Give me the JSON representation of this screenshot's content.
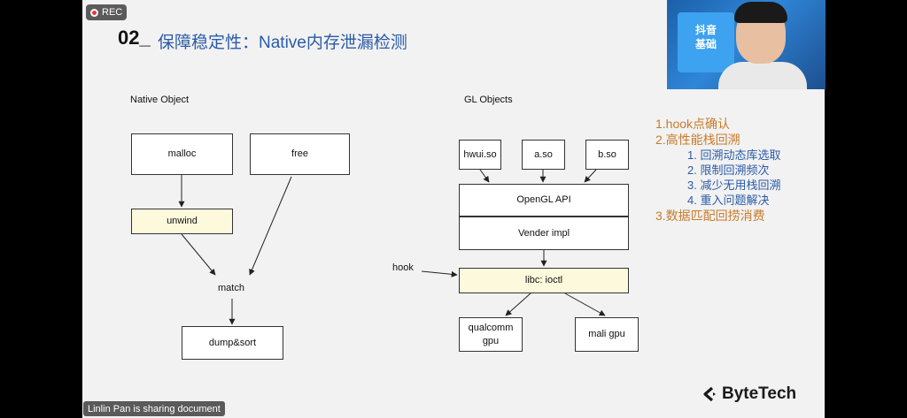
{
  "recording": {
    "label": "REC"
  },
  "slide": {
    "title_number": "02_",
    "title_text": "保障稳定性：Native内存泄漏检测"
  },
  "native_diagram": {
    "heading": "Native Object",
    "malloc": "malloc",
    "free": "free",
    "unwind": "unwind",
    "match": "match",
    "dump_sort": "dump&sort"
  },
  "gl_diagram": {
    "heading": "GL Objects",
    "hwui": "hwui.so",
    "a_so": "a.so",
    "b_so": "b.so",
    "opengl_api": "OpenGL API",
    "vender_impl": "Vender impl",
    "hook": "hook",
    "libc_ioctl": "libc: ioctl",
    "qualcomm_gpu_line1": "qualcomm",
    "qualcomm_gpu_line2": "gpu",
    "mali_gpu": "mali gpu"
  },
  "notes": {
    "item1": "1.hook点确认",
    "item2": "2.高性能栈回溯",
    "sub1": "1. 回溯动态库选取",
    "sub2": "2. 限制回溯频次",
    "sub3": "3. 减少无用栈回溯",
    "sub4": "4. 重入问题解决",
    "item3": "3.数据匹配回捞消费"
  },
  "logo": {
    "text": "ByteTech"
  },
  "webcam": {
    "panel_line1": "抖音",
    "panel_line2": "基础"
  },
  "sharing_status": "Linlin Pan is sharing document",
  "colors": {
    "title_blue": "#2b5aa8",
    "note_orange": "#c97b2c",
    "box_yellow": "#fdf9dc",
    "rec_red": "#e53935"
  }
}
